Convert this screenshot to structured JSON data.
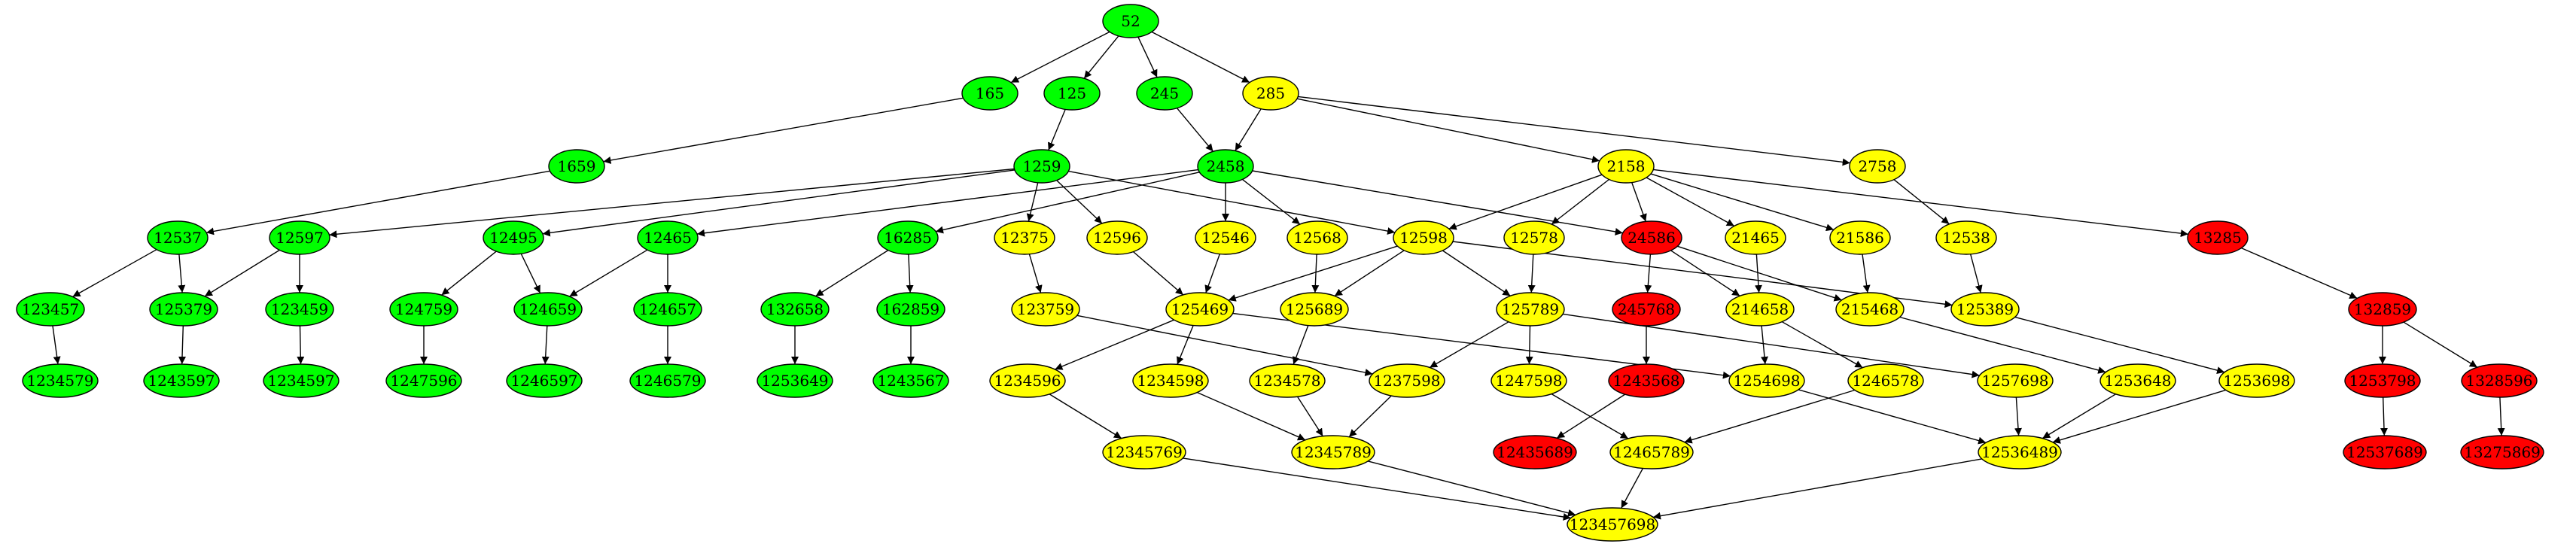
{
  "colors": {
    "green": "#00ff00",
    "yellow": "#ffff00",
    "red": "#ff0000",
    "stroke": "#000000"
  },
  "nodes": [
    {
      "id": "52",
      "label": "52",
      "color": "green"
    },
    {
      "id": "165",
      "label": "165",
      "color": "green"
    },
    {
      "id": "125",
      "label": "125",
      "color": "green"
    },
    {
      "id": "245",
      "label": "245",
      "color": "green"
    },
    {
      "id": "285",
      "label": "285",
      "color": "yellow"
    },
    {
      "id": "1659",
      "label": "1659",
      "color": "green"
    },
    {
      "id": "1259",
      "label": "1259",
      "color": "green"
    },
    {
      "id": "2458",
      "label": "2458",
      "color": "green"
    },
    {
      "id": "2158",
      "label": "2158",
      "color": "yellow"
    },
    {
      "id": "2758",
      "label": "2758",
      "color": "yellow"
    },
    {
      "id": "12537",
      "label": "12537",
      "color": "green"
    },
    {
      "id": "12597",
      "label": "12597",
      "color": "green"
    },
    {
      "id": "12495",
      "label": "12495",
      "color": "green"
    },
    {
      "id": "12465",
      "label": "12465",
      "color": "green"
    },
    {
      "id": "16285",
      "label": "16285",
      "color": "green"
    },
    {
      "id": "12375",
      "label": "12375",
      "color": "yellow"
    },
    {
      "id": "12596",
      "label": "12596",
      "color": "yellow"
    },
    {
      "id": "12546",
      "label": "12546",
      "color": "yellow"
    },
    {
      "id": "12568",
      "label": "12568",
      "color": "yellow"
    },
    {
      "id": "12598",
      "label": "12598",
      "color": "yellow"
    },
    {
      "id": "12578",
      "label": "12578",
      "color": "yellow"
    },
    {
      "id": "24586",
      "label": "24586",
      "color": "red"
    },
    {
      "id": "21465",
      "label": "21465",
      "color": "yellow"
    },
    {
      "id": "21586",
      "label": "21586",
      "color": "yellow"
    },
    {
      "id": "12538",
      "label": "12538",
      "color": "yellow"
    },
    {
      "id": "13285",
      "label": "13285",
      "color": "red"
    },
    {
      "id": "123457",
      "label": "123457",
      "color": "green"
    },
    {
      "id": "125379",
      "label": "125379",
      "color": "green"
    },
    {
      "id": "123459",
      "label": "123459",
      "color": "green"
    },
    {
      "id": "124759",
      "label": "124759",
      "color": "green"
    },
    {
      "id": "124659",
      "label": "124659",
      "color": "green"
    },
    {
      "id": "124657",
      "label": "124657",
      "color": "green"
    },
    {
      "id": "132658",
      "label": "132658",
      "color": "green"
    },
    {
      "id": "162859",
      "label": "162859",
      "color": "green"
    },
    {
      "id": "123759",
      "label": "123759",
      "color": "yellow"
    },
    {
      "id": "125469",
      "label": "125469",
      "color": "yellow"
    },
    {
      "id": "125689",
      "label": "125689",
      "color": "yellow"
    },
    {
      "id": "125789",
      "label": "125789",
      "color": "yellow"
    },
    {
      "id": "245768",
      "label": "245768",
      "color": "red"
    },
    {
      "id": "214658",
      "label": "214658",
      "color": "yellow"
    },
    {
      "id": "215468",
      "label": "215468",
      "color": "yellow"
    },
    {
      "id": "125389",
      "label": "125389",
      "color": "yellow"
    },
    {
      "id": "132859",
      "label": "132859",
      "color": "red"
    },
    {
      "id": "1234579",
      "label": "1234579",
      "color": "green"
    },
    {
      "id": "1243597",
      "label": "1243597",
      "color": "green"
    },
    {
      "id": "1234597",
      "label": "1234597",
      "color": "green"
    },
    {
      "id": "1247596",
      "label": "1247596",
      "color": "green"
    },
    {
      "id": "1246597",
      "label": "1246597",
      "color": "green"
    },
    {
      "id": "1246579",
      "label": "1246579",
      "color": "green"
    },
    {
      "id": "1253649",
      "label": "1253649",
      "color": "green"
    },
    {
      "id": "1243567",
      "label": "1243567",
      "color": "green"
    },
    {
      "id": "1234596",
      "label": "1234596",
      "color": "yellow"
    },
    {
      "id": "1234598",
      "label": "1234598",
      "color": "yellow"
    },
    {
      "id": "1234578",
      "label": "1234578",
      "color": "yellow"
    },
    {
      "id": "1237598",
      "label": "1237598",
      "color": "yellow"
    },
    {
      "id": "1247598",
      "label": "1247598",
      "color": "yellow"
    },
    {
      "id": "1243568",
      "label": "1243568",
      "color": "red"
    },
    {
      "id": "1254698",
      "label": "1254698",
      "color": "yellow"
    },
    {
      "id": "1246578",
      "label": "1246578",
      "color": "yellow"
    },
    {
      "id": "1257698",
      "label": "1257698",
      "color": "yellow"
    },
    {
      "id": "1253648",
      "label": "1253648",
      "color": "yellow"
    },
    {
      "id": "1253698",
      "label": "1253698",
      "color": "yellow"
    },
    {
      "id": "1253798",
      "label": "1253798",
      "color": "red"
    },
    {
      "id": "1328596",
      "label": "1328596",
      "color": "red"
    },
    {
      "id": "12345769",
      "label": "12345769",
      "color": "yellow"
    },
    {
      "id": "12345789",
      "label": "12345789",
      "color": "yellow"
    },
    {
      "id": "12435689",
      "label": "12435689",
      "color": "red"
    },
    {
      "id": "12465789",
      "label": "12465789",
      "color": "yellow"
    },
    {
      "id": "12536489",
      "label": "12536489",
      "color": "yellow"
    },
    {
      "id": "12537689",
      "label": "12537689",
      "color": "red"
    },
    {
      "id": "13275869",
      "label": "13275869",
      "color": "red"
    },
    {
      "id": "123457698",
      "label": "123457698",
      "color": "yellow"
    }
  ],
  "edges": [
    [
      "52",
      "165"
    ],
    [
      "52",
      "125"
    ],
    [
      "52",
      "245"
    ],
    [
      "52",
      "285"
    ],
    [
      "165",
      "1659"
    ],
    [
      "125",
      "1259"
    ],
    [
      "245",
      "2458"
    ],
    [
      "285",
      "2458"
    ],
    [
      "285",
      "2158"
    ],
    [
      "285",
      "2758"
    ],
    [
      "1659",
      "12537"
    ],
    [
      "1259",
      "12597"
    ],
    [
      "1259",
      "12495"
    ],
    [
      "1259",
      "12375"
    ],
    [
      "1259",
      "12596"
    ],
    [
      "1259",
      "12598"
    ],
    [
      "2458",
      "12465"
    ],
    [
      "2458",
      "16285"
    ],
    [
      "2458",
      "12546"
    ],
    [
      "2458",
      "12568"
    ],
    [
      "2458",
      "24586"
    ],
    [
      "2158",
      "12598"
    ],
    [
      "2158",
      "12578"
    ],
    [
      "2158",
      "24586"
    ],
    [
      "2158",
      "21465"
    ],
    [
      "2158",
      "21586"
    ],
    [
      "2158",
      "13285"
    ],
    [
      "2758",
      "12538"
    ],
    [
      "12537",
      "123457"
    ],
    [
      "12537",
      "125379"
    ],
    [
      "12597",
      "125379"
    ],
    [
      "12597",
      "123459"
    ],
    [
      "12495",
      "124759"
    ],
    [
      "12495",
      "124659"
    ],
    [
      "12465",
      "124659"
    ],
    [
      "12465",
      "124657"
    ],
    [
      "16285",
      "132658"
    ],
    [
      "16285",
      "162859"
    ],
    [
      "12375",
      "123759"
    ],
    [
      "12596",
      "125469"
    ],
    [
      "12546",
      "125469"
    ],
    [
      "12568",
      "125689"
    ],
    [
      "12598",
      "125469"
    ],
    [
      "12598",
      "125689"
    ],
    [
      "12598",
      "125789"
    ],
    [
      "12598",
      "125389"
    ],
    [
      "12578",
      "125789"
    ],
    [
      "24586",
      "245768"
    ],
    [
      "24586",
      "214658"
    ],
    [
      "24586",
      "215468"
    ],
    [
      "21465",
      "214658"
    ],
    [
      "21586",
      "215468"
    ],
    [
      "12538",
      "125389"
    ],
    [
      "13285",
      "132859"
    ],
    [
      "123457",
      "1234579"
    ],
    [
      "125379",
      "1243597"
    ],
    [
      "123459",
      "1234597"
    ],
    [
      "124759",
      "1247596"
    ],
    [
      "124659",
      "1246597"
    ],
    [
      "124657",
      "1246579"
    ],
    [
      "132658",
      "1253649"
    ],
    [
      "162859",
      "1243567"
    ],
    [
      "123759",
      "1237598"
    ],
    [
      "125469",
      "1234596"
    ],
    [
      "125469",
      "1234598"
    ],
    [
      "125469",
      "1254698"
    ],
    [
      "125689",
      "1234578"
    ],
    [
      "125789",
      "1237598"
    ],
    [
      "125789",
      "1247598"
    ],
    [
      "125789",
      "1257698"
    ],
    [
      "245768",
      "1243568"
    ],
    [
      "214658",
      "1254698"
    ],
    [
      "214658",
      "1246578"
    ],
    [
      "215468",
      "1253648"
    ],
    [
      "125389",
      "1253698"
    ],
    [
      "132859",
      "1253798"
    ],
    [
      "132859",
      "1328596"
    ],
    [
      "1234596",
      "12345769"
    ],
    [
      "1234598",
      "12345789"
    ],
    [
      "1234578",
      "12345789"
    ],
    [
      "1237598",
      "12345789"
    ],
    [
      "1247598",
      "12465789"
    ],
    [
      "1243568",
      "12435689"
    ],
    [
      "1246578",
      "12465789"
    ],
    [
      "1254698",
      "12536489"
    ],
    [
      "1257698",
      "12536489"
    ],
    [
      "1253648",
      "12536489"
    ],
    [
      "1253698",
      "12536489"
    ],
    [
      "1253798",
      "12537689"
    ],
    [
      "1328596",
      "13275869"
    ],
    [
      "12345769",
      "123457698"
    ],
    [
      "12345789",
      "123457698"
    ],
    [
      "12465789",
      "123457698"
    ],
    [
      "12536489",
      "123457698"
    ]
  ]
}
